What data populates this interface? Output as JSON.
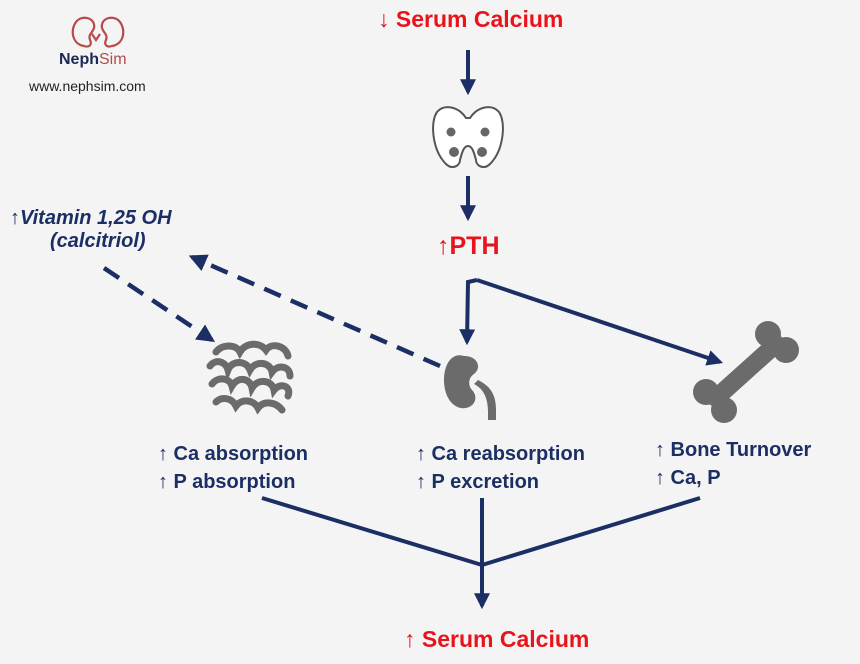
{
  "logo": {
    "name_part1": "Neph",
    "name_part2": "Sim",
    "url": "www.nephsim.com"
  },
  "nodes": {
    "top_calcium": "↓ Serum Calcium",
    "pth": "↑PTH",
    "vitamin_line1": "↑Vitamin 1,25 OH",
    "vitamin_line2": "(calcitriol)",
    "gut_line1": "↑ Ca absorption",
    "gut_line2": "↑ P absorption",
    "kidney_line1": "↑ Ca reabsorption",
    "kidney_line2": "↑ P excretion",
    "bone_line1": "↑ Bone Turnover",
    "bone_line2": "↑ Ca, P",
    "bottom_calcium": "↑ Serum Calcium"
  },
  "icons": [
    "kidneys-logo-icon",
    "thyroid-icon",
    "intestine-icon",
    "kidney-icon",
    "bone-icon"
  ],
  "colors": {
    "red": "#e8141c",
    "navy": "#1c2f64",
    "icon_gray": "#6b6b6b",
    "background": "#f4f4f4"
  }
}
